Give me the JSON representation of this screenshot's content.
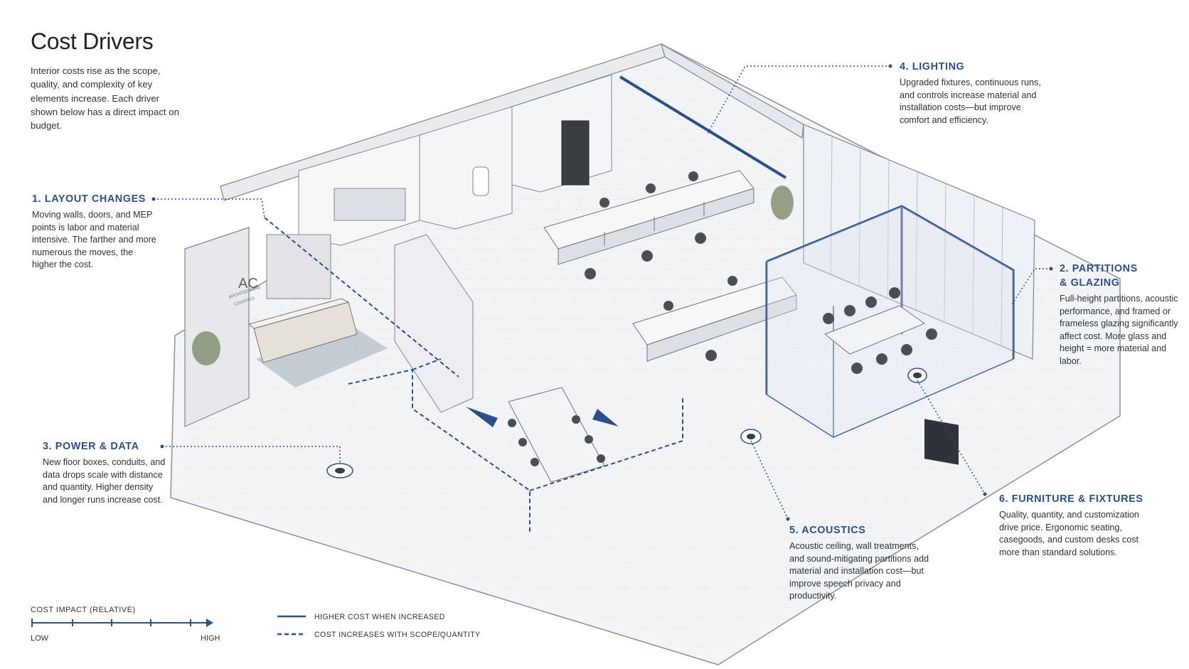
{
  "title": "Cost Drivers",
  "intro": "Interior costs rise as the scope, quality, and complexity of key elements increase. Each driver shown below has a direct impact on budget.",
  "accent_color": "#2b4f8c",
  "callouts": [
    {
      "heading": "1. LAYOUT CHANGES",
      "body": "Moving walls, doors, and MEP points is labor and material intensive. The farther and more numerous the moves, the higher the cost."
    },
    {
      "heading": "2. PARTITIONS & GLAZING",
      "heading_line1": "2. PARTITIONS",
      "heading_line2": "& GLAZING",
      "body": "Full-height partitions, acoustic performance, and framed or frameless glazing significantly affect cost. More glass and height = more material and labor."
    },
    {
      "heading": "3. POWER & DATA",
      "body": "New floor boxes, conduits, and data drops scale with distance and quantity. Higher density and longer runs increase cost."
    },
    {
      "heading": "4. LIGHTING",
      "body": "Upgraded fixtures, continuous runs, and controls increase material and installation costs—but improve comfort and efficiency."
    },
    {
      "heading": "5. ACOUSTICS",
      "body": "Acoustic ceiling, wall treatments, and sound-mitigating partitions add material and installation cost—but improve speech privacy and productivity."
    },
    {
      "heading": "6. FURNITURE & FIXTURES",
      "body": "Quality, quantity, and customization drive price. Ergonomic seating, casegoods, and custom desks cost more than standard solutions."
    }
  ],
  "reception_sign": {
    "logo": "AC",
    "line1": "ARCHITECTURE",
    "line2": "COURSES"
  },
  "legend": {
    "scale_title": "COST IMPACT (RELATIVE)",
    "low": "LOW",
    "high": "HIGH",
    "solid_label": "HIGHER COST WHEN INCREASED",
    "dashed_label": "COST INCREASES WITH SCOPE/QUANTITY"
  }
}
